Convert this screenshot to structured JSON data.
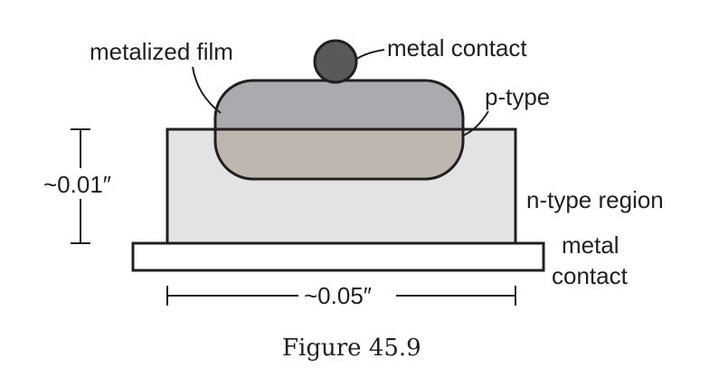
{
  "labels": {
    "metalized_film": "metalized film",
    "metal_contact_top": "metal contact",
    "p_type": "p-type",
    "n_type_region": "n-type region",
    "metal_contact_bottom_line1": "metal",
    "metal_contact_bottom_line2": "contact",
    "height_dim": "~0.01″",
    "width_dim": "~0.05″"
  },
  "caption": "Figure 45.9",
  "colors": {
    "n_type_fill": "#e3e3e5",
    "metalized_film_fill": "#a9abae",
    "p_type_fill": "#bfb6b0",
    "metal_contact_fill": "#58595b",
    "base_contact_fill": "#ffffff",
    "line": "#231f20"
  }
}
